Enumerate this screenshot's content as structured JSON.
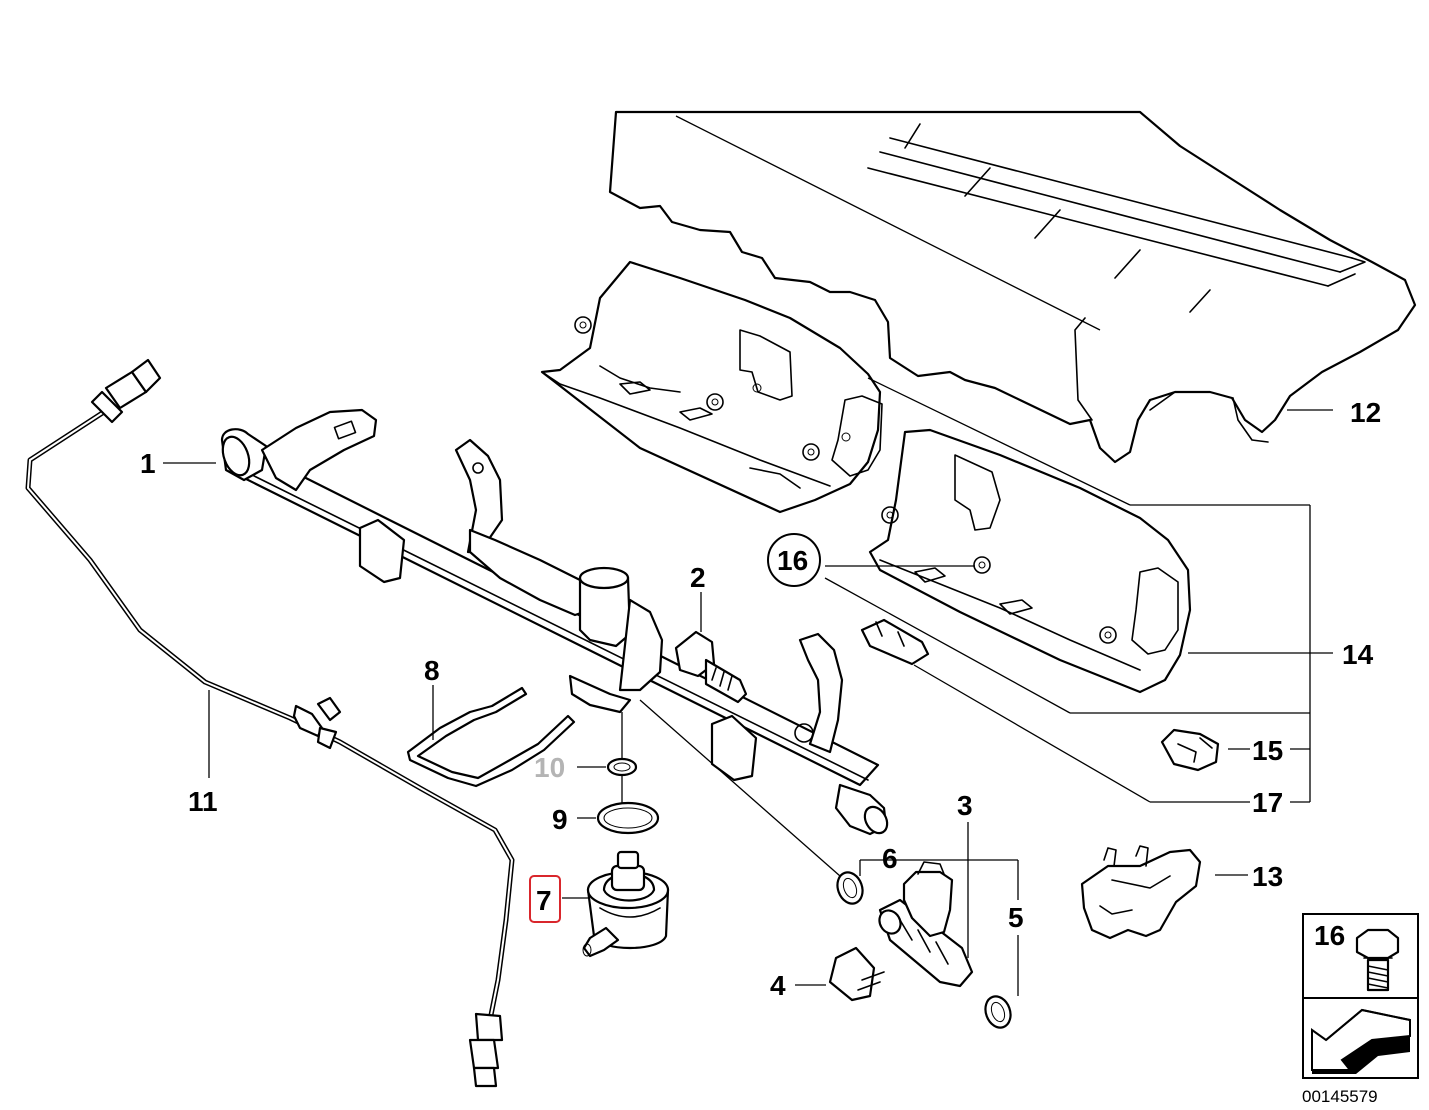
{
  "callouts": {
    "c1": "1",
    "c2": "2",
    "c3": "3",
    "c4": "4",
    "c5": "5",
    "c6": "6",
    "c7": "7",
    "c8": "8",
    "c9": "9",
    "c10": "10",
    "c11": "11",
    "c12": "12",
    "c13": "13",
    "c14": "14",
    "c15": "15",
    "c16": "16",
    "c17": "17"
  },
  "legend": {
    "bolt_number": "16"
  },
  "diagram_ref": "00145579",
  "colors": {
    "highlight": "#d9262c",
    "muted_label": "#b4b4b4",
    "line": "#000000"
  },
  "highlighted_part": "7"
}
